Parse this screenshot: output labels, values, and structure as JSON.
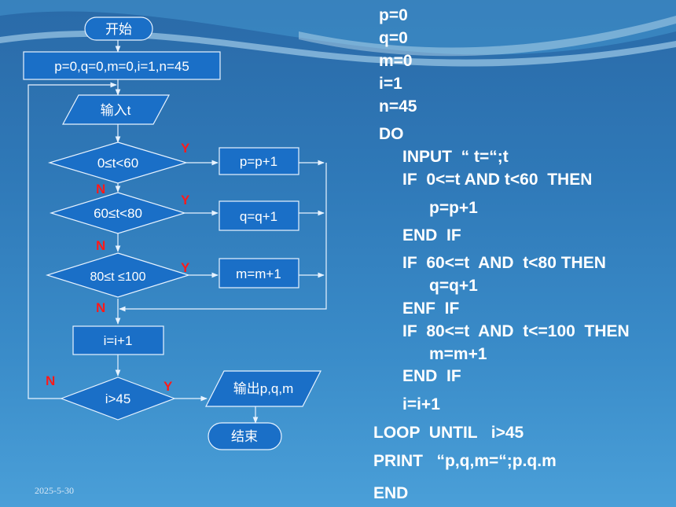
{
  "flowchart": {
    "start": "开始",
    "init": "p=0,q=0,m=0,i=1,n=45",
    "input": "输入t",
    "cond1": "0≤t<60",
    "cond2": "60≤t<80",
    "cond3": "80≤t ≤100",
    "act1": "p=p+1",
    "act2": "q=q+1",
    "act3": "m=m+1",
    "inc": "i=i+1",
    "loop_cond": "i>45",
    "output": "输出p,q,m",
    "end": "结束",
    "yes": "Y",
    "no": "N"
  },
  "code": [
    "p=0",
    "q=0",
    "m=0",
    "i=1",
    "n=45",
    "DO",
    "INPUT  “ t=“;t",
    "IF  0<=t AND t<60  THEN",
    "p=p+1",
    "END  IF",
    "IF  60<=t  AND  t<80 THEN",
    "q=q+1",
    "ENF  IF",
    "IF  80<=t  AND  t<=100  THEN",
    "m=m+1",
    "END  IF",
    "i=i+1",
    "LOOP  UNTIL   i>45",
    "PRINT   “p,q,m=“;p.q.m",
    "END"
  ],
  "footer": {
    "date": "2025-5-30"
  },
  "colors": {
    "box_fill": "#1a6fc7",
    "line": "#e8f3ff",
    "yes_no": "#ff1a1a",
    "text": "#ffffff"
  }
}
